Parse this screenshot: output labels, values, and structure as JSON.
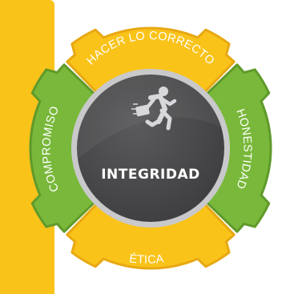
{
  "diagram": {
    "center_title": "INTEGRIDAD",
    "center_icon": "running-businessman-icon",
    "segments": [
      {
        "id": "top",
        "label": "HACER LO CORRECTO",
        "color": "#f9c31a"
      },
      {
        "id": "right",
        "label": "HONESTIDAD",
        "color": "#79b83a"
      },
      {
        "id": "bottom",
        "label": "ÉTICA",
        "color": "#f9c31a"
      },
      {
        "id": "left",
        "label": "COMPROMISO",
        "color": "#79b83a"
      }
    ],
    "colors": {
      "yellow": "#f9c31a",
      "yellow_dark": "#e8a812",
      "green": "#79b83a",
      "green_dark": "#5f9a2a",
      "center": "#4a4a4c",
      "center_ring": "#c9c9cc",
      "side_bar": "#f9c31a"
    }
  }
}
